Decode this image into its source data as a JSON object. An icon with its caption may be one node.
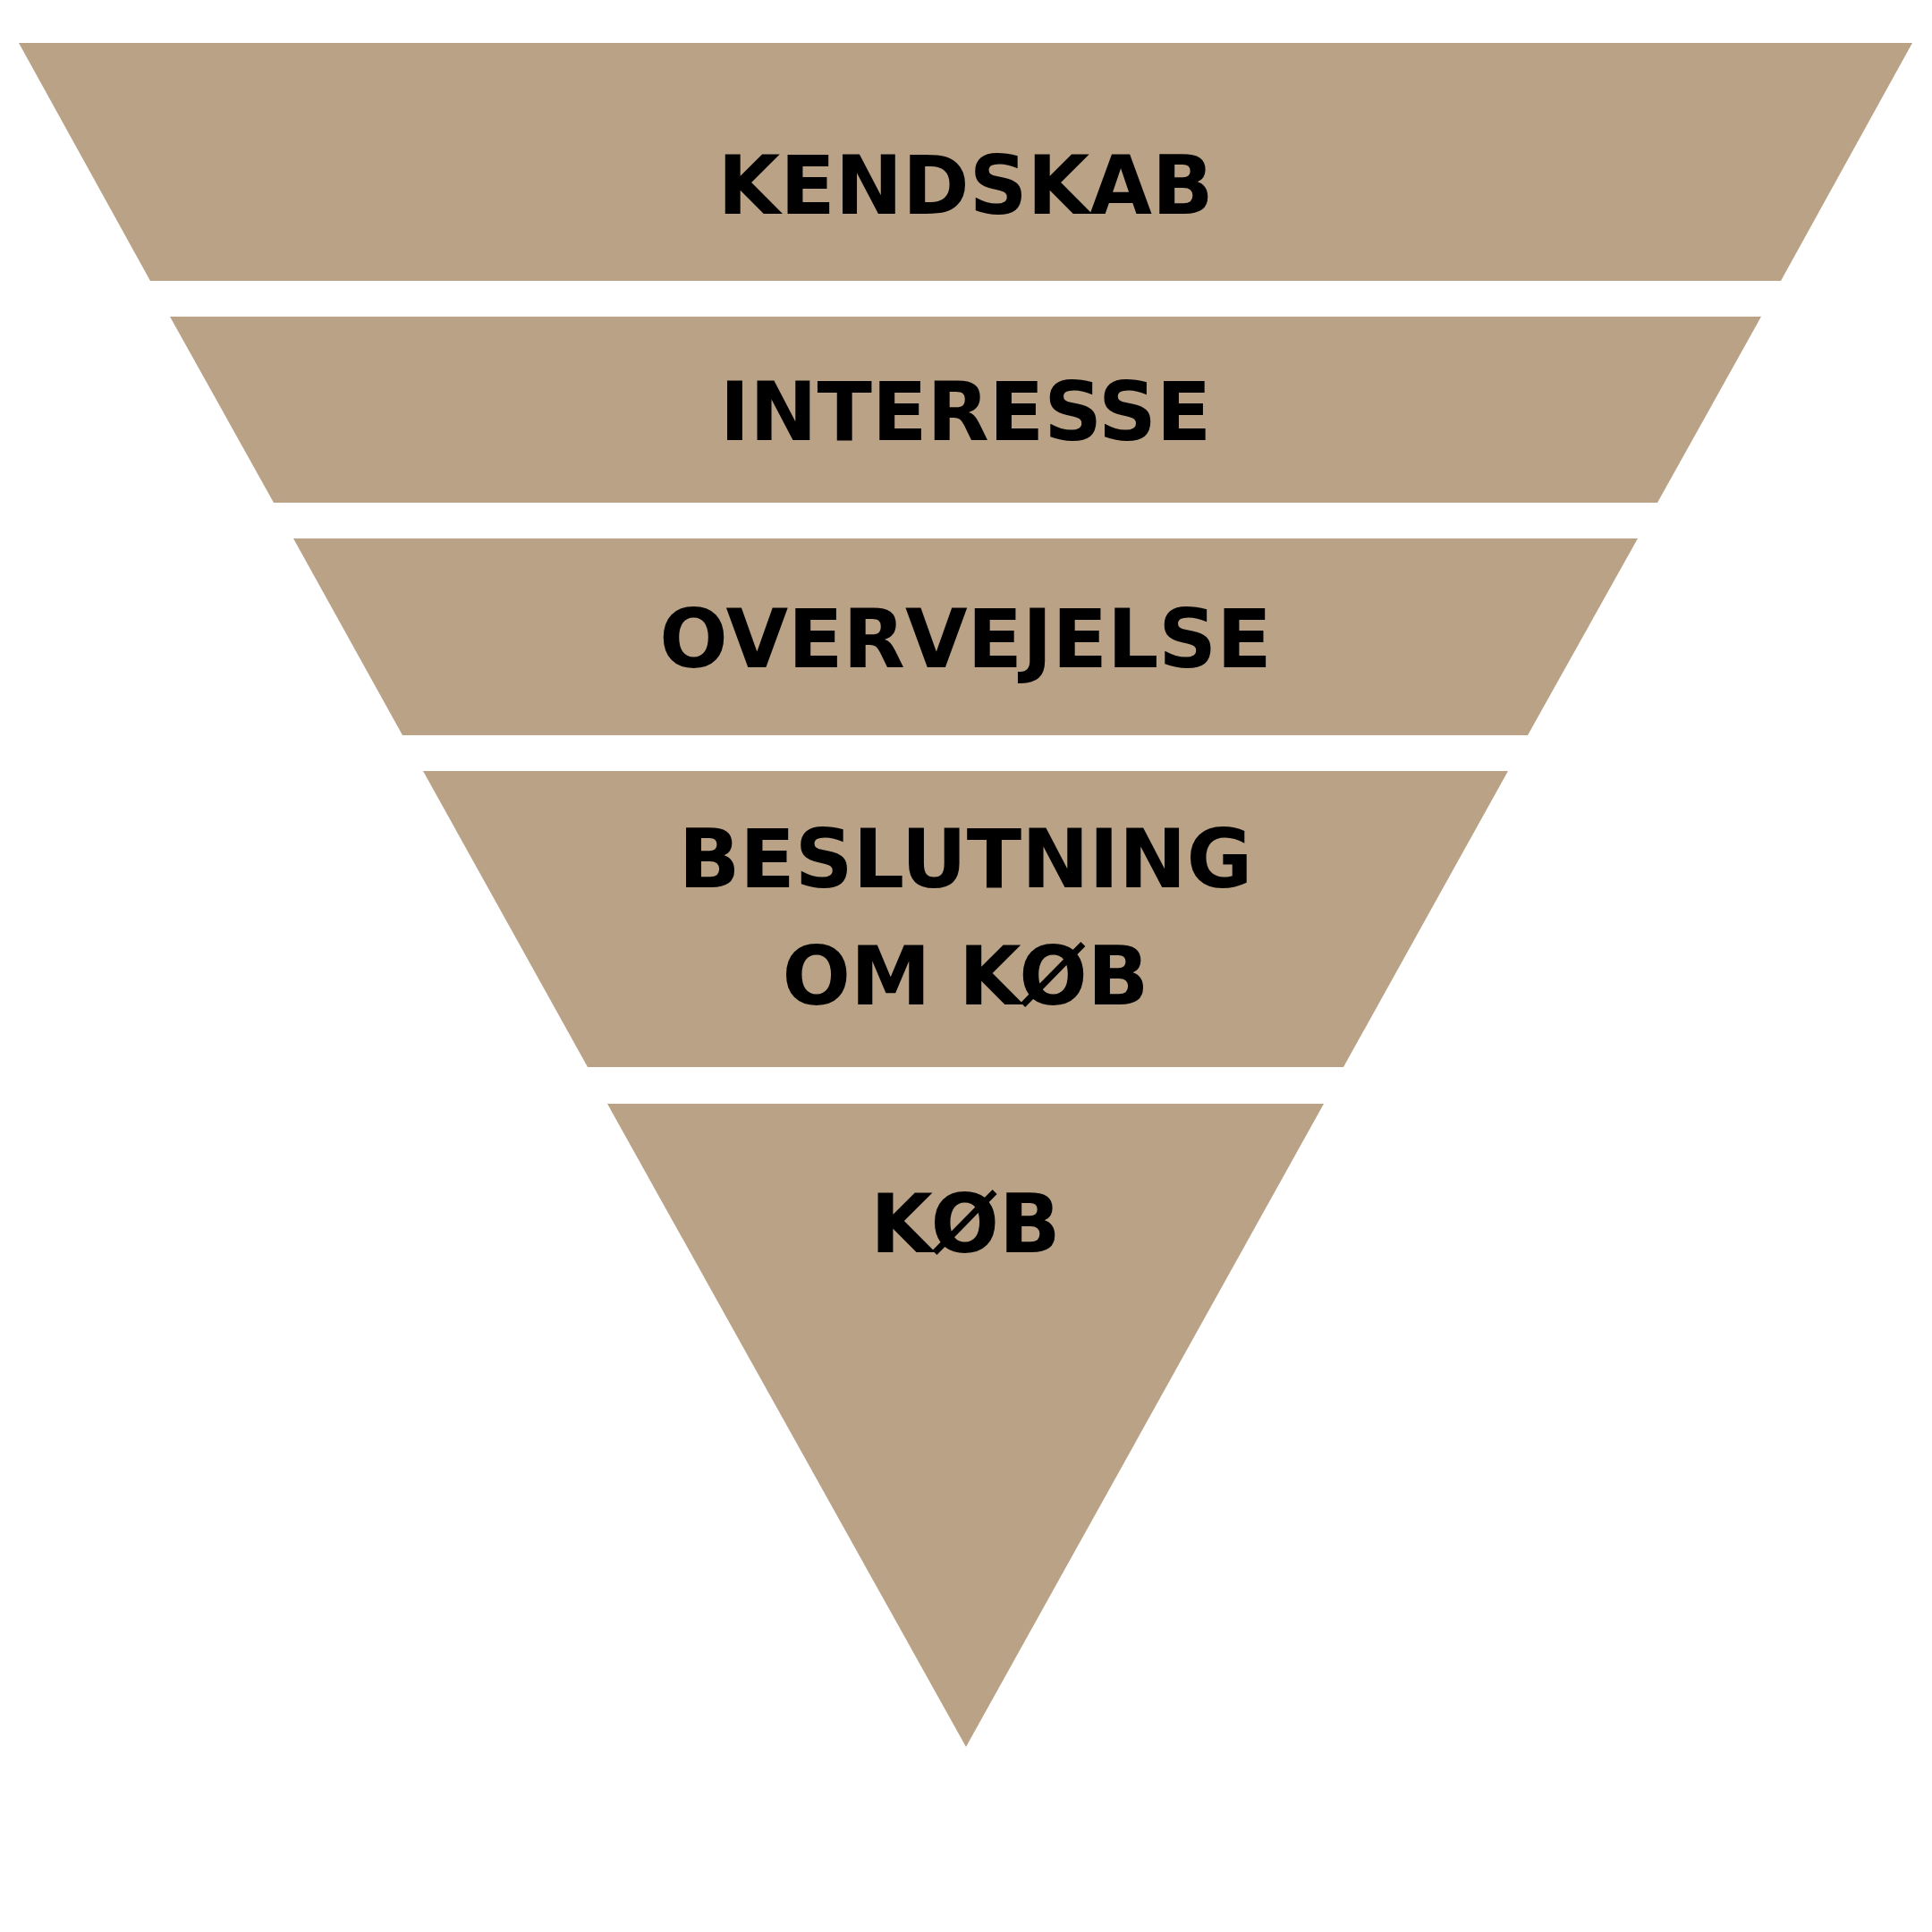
{
  "diagram": {
    "nodes": [
      {
        "text": [
          "KENDSKAB"
        ]
      },
      {
        "text": [
          "INTERESSE"
        ]
      },
      {
        "text": [
          "OVERVEJELSE"
        ]
      },
      {
        "text": [
          "BESLUTNING OM KØB"
        ]
      },
      {
        "text": [
          "KØB"
        ]
      }
    ]
  }
}
